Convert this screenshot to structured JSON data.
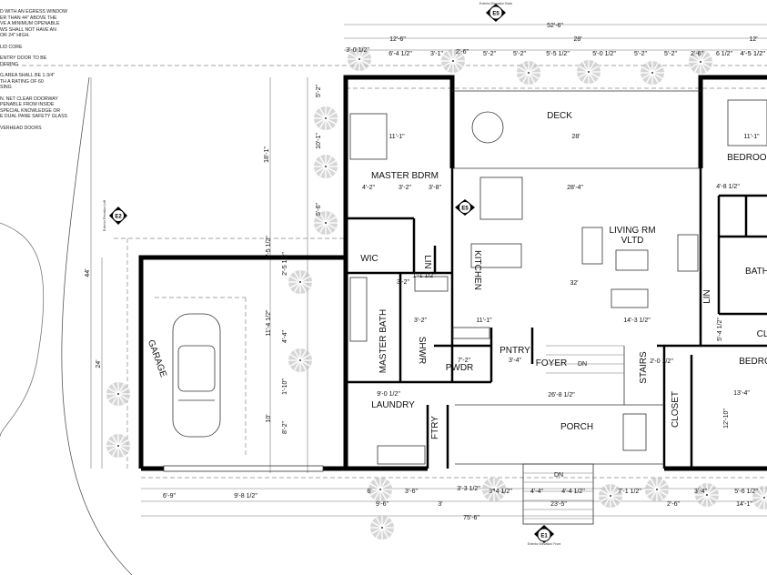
{
  "notes": [
    "D WITH AN EGRESS WINDOW\nER THAN 44\" ABOVE THE\nVE A MINIMUM OPENABLE\nWS SHALL NOT HAVE AN\n OR 24\" HIGH.",
    "LID CORE",
    " ENTRY DOOR TO BE\nDERING",
    "G AREA SHALL BE 1-3/4\"\nTH A RATING OF 60\nSING",
    "N.  NET CLEAR DOORWAY\nPENABLE FROM INSIDE\nSPECIAL KNOWLEDGE OR\nE DUAL PANE SAFETY GLASS",
    "VERHEAD DOORS"
  ],
  "markers": {
    "e5": {
      "label": "E5",
      "caption": "Exterior Elevation Back"
    },
    "e5_interior": {
      "label": "E5"
    },
    "e1": {
      "label": "E1",
      "caption": "Exterior Elevation Front"
    },
    "e2": {
      "label": "E2",
      "caption": "Exterior Elevation Left"
    }
  },
  "rooms": {
    "master_bdrm": "MASTER BDRM",
    "deck": "DECK",
    "living": "LIVING RM",
    "living_sub": "VLTD",
    "kitchen": "KITCHEN",
    "bedroom_top": "BEDROOM",
    "bath": "BATH",
    "wic": "WIC",
    "lin_left": "LIN",
    "lin_right": "LIN",
    "master_bath": "MASTER BATH",
    "shwr": "SHWR",
    "pwdr": "PWDR",
    "pntry": "PNTRY",
    "foyer": "FOYER",
    "stairs": "STAIRS",
    "closet": "CLOSET",
    "bedroom_bottom": "BEDRO",
    "laundry": "LAUNDRY",
    "ftry": "FTRY",
    "porch": "PORCH",
    "garage": "GARAGE",
    "cl": "CL",
    "dn_foyer": "DN",
    "dn_porch": "DN"
  },
  "dimensions": {
    "top_overall": "52'-6\"",
    "top": [
      "12'-6\"",
      "28'",
      "12'"
    ],
    "top_detail": [
      "3'-0 1/2\"",
      "6'-4 1/2\"",
      "3'-1\"",
      "2'-6\"",
      "5'-2\"",
      "5'-2\"",
      "5'-5 1/2\"",
      "5'-0 1/2\"",
      "5'-2\"",
      "5'-2\"",
      "2'-6\"",
      "6 1/2\"",
      "4'-5 1/2\""
    ],
    "interior": {
      "mbr_width": "11'-1\"",
      "deck_width": "28'",
      "bedroom_width": "11'-1\"",
      "mbr_row": [
        "4'-2\"",
        "3'-2\"",
        "3'-8\""
      ],
      "living_width": "28'-4\"",
      "bed_row": "4'-8 1/2\"",
      "kitchen_row": [
        "3'-2\"",
        "1'-1 1/2\""
      ],
      "living_32": "32'",
      "kitchen_11": "11'-1\"",
      "living_14": "14'-3 1/2\"",
      "mb_3_2": "3'-2\"",
      "pwdr_dim": "7'-2\"",
      "pntry_dim": "3'-4\"",
      "foyer_26": "26'-8 1/2\"",
      "laundry_9": "9'-0 1/2\"",
      "right_13": "13'-4\"",
      "right_12": "12'-10\"",
      "right_2_0": "2'-0 1/2\"",
      "right_5_4": "5'-4 1/2\""
    },
    "left": {
      "overall": "44'",
      "garage": "24'",
      "upper": "18'-1\"",
      "a": "5'-2\"",
      "b": "10'-1\"",
      "c": "5'-6\"",
      "d": "5'-5 1/2\"",
      "e": "2'-5 1/2\"",
      "f": "11'-4 1/2\"",
      "g": "4'-4\"",
      "h": "1'-10\"",
      "i": "8'-2\"",
      "j": "10'"
    },
    "bottom_detail": [
      "6'",
      "3'-6\"",
      "3'-3 1/2\"",
      "3'-4 1/2\"",
      "4'-4\"",
      "4'-4 1/2\"",
      "7'-1 1/2\"",
      "3'-4\"",
      "5'-6 1/2\""
    ],
    "bottom_mid": [
      "6'-9\"",
      "9'-8 1/2\"",
      "9'-6\"",
      "3'",
      "23'-5\"",
      "2'-6\"",
      "14'-1\""
    ],
    "bottom_overall": "75'-6\""
  }
}
